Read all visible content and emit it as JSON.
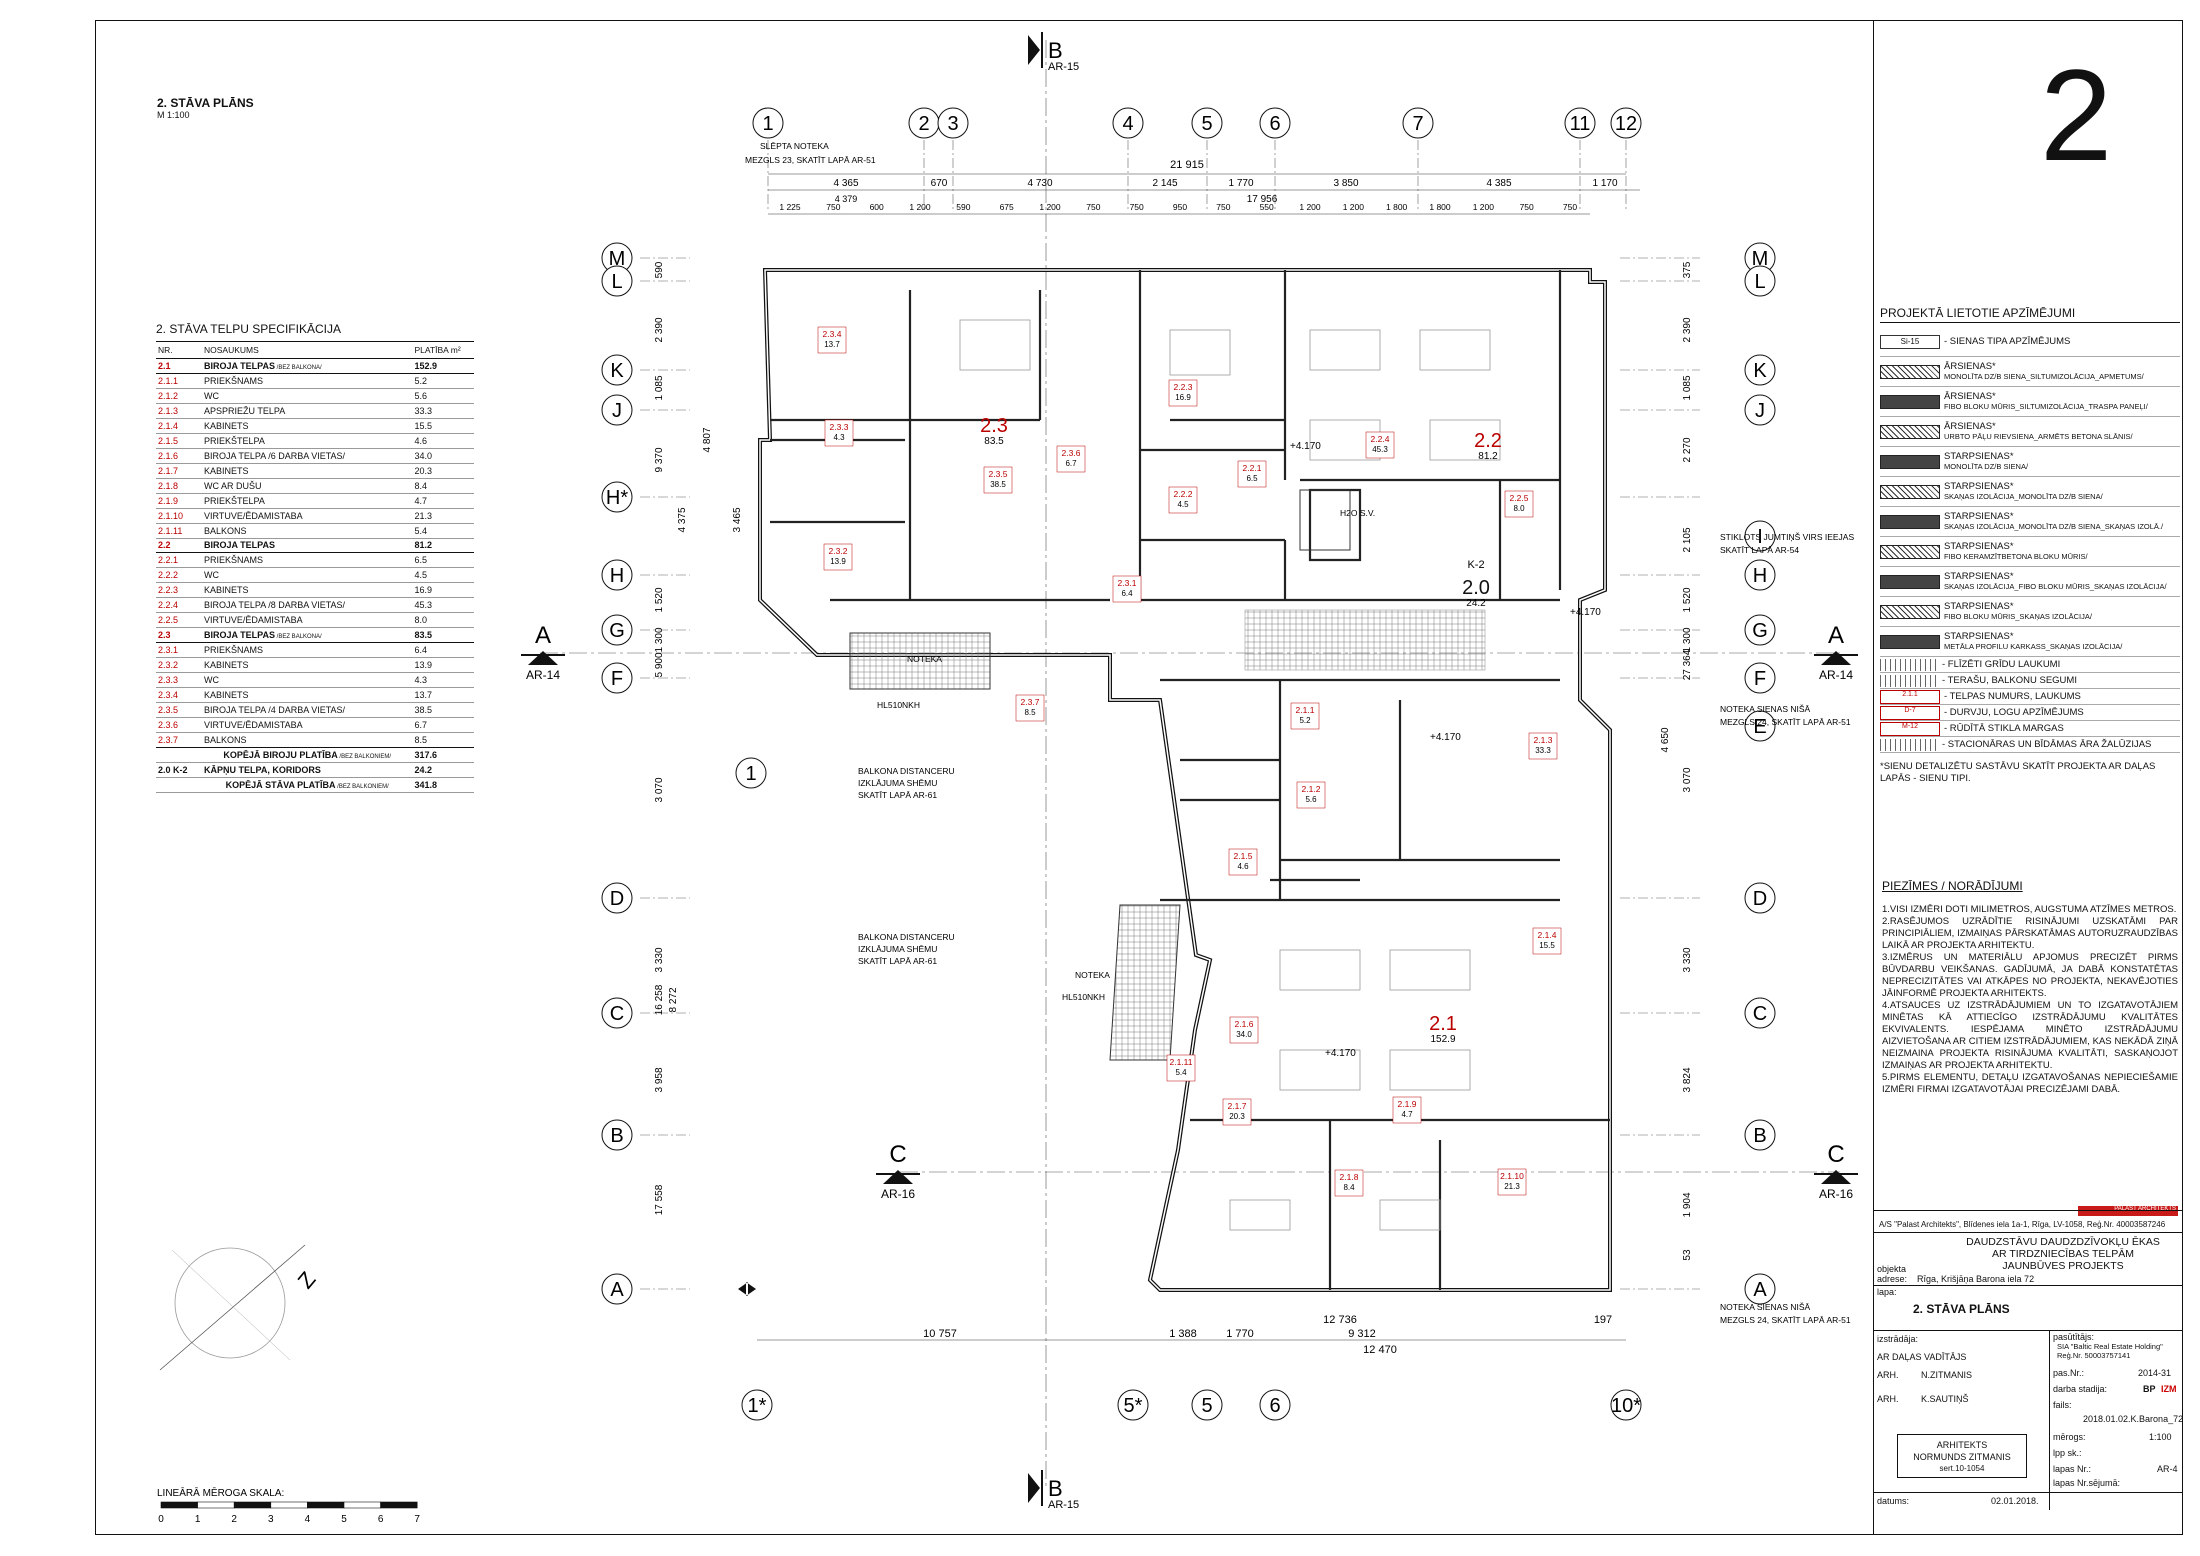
{
  "sheet_number": "2",
  "plan_title": "2. STĀVA PLĀNS",
  "plan_scale": "M 1:100",
  "spec_title": "2. STĀVA TELPU SPECIFIKĀCIJA",
  "spec_headers": [
    "NR.",
    "NOSAUKUMS",
    "PLATĪBA m²"
  ],
  "spec_groups": [
    {
      "no": "2.1",
      "name": "BIROJA TELPAS",
      "note": "/BEZ BALKONA/",
      "area": "152.9",
      "rows": [
        {
          "no": "2.1.1",
          "name": "PRIEKŠNAMS",
          "area": "5.2"
        },
        {
          "no": "2.1.2",
          "name": "WC",
          "area": "5.6"
        },
        {
          "no": "2.1.3",
          "name": "APSPRIEŽU TELPA",
          "area": "33.3"
        },
        {
          "no": "2.1.4",
          "name": "KABINETS",
          "area": "15.5"
        },
        {
          "no": "2.1.5",
          "name": "PRIEKŠTELPA",
          "area": "4.6"
        },
        {
          "no": "2.1.6",
          "name": "BIROJA TELPA /6 DARBA VIETAS/",
          "area": "34.0"
        },
        {
          "no": "2.1.7",
          "name": "KABINETS",
          "area": "20.3"
        },
        {
          "no": "2.1.8",
          "name": "WC AR DUŠU",
          "area": "8.4"
        },
        {
          "no": "2.1.9",
          "name": "PRIEKŠTELPA",
          "area": "4.7"
        },
        {
          "no": "2.1.10",
          "name": "VIRTUVE/ĒDAMISTABA",
          "area": "21.3"
        },
        {
          "no": "2.1.11",
          "name": "BALKONS",
          "area": "5.4"
        }
      ]
    },
    {
      "no": "2.2",
      "name": "BIROJA TELPAS",
      "note": "",
      "area": "81.2",
      "rows": [
        {
          "no": "2.2.1",
          "name": "PRIEKŠNAMS",
          "area": "6.5"
        },
        {
          "no": "2.2.2",
          "name": "WC",
          "area": "4.5"
        },
        {
          "no": "2.2.3",
          "name": "KABINETS",
          "area": "16.9"
        },
        {
          "no": "2.2.4",
          "name": "BIROJA TELPA /8 DARBA VIETAS/",
          "area": "45.3"
        },
        {
          "no": "2.2.5",
          "name": "VIRTUVE/ĒDAMISTABA",
          "area": "8.0"
        }
      ]
    },
    {
      "no": "2.3",
      "name": "BIROJA TELPAS",
      "note": "/BEZ BALKONA/",
      "area": "83.5",
      "rows": [
        {
          "no": "2.3.1",
          "name": "PRIEKŠNAMS",
          "area": "6.4"
        },
        {
          "no": "2.3.2",
          "name": "KABINETS",
          "area": "13.9"
        },
        {
          "no": "2.3.3",
          "name": "WC",
          "area": "4.3"
        },
        {
          "no": "2.3.4",
          "name": "KABINETS",
          "area": "13.7"
        },
        {
          "no": "2.3.5",
          "name": "BIROJA TELPA /4 DARBA VIETAS/",
          "area": "38.5"
        },
        {
          "no": "2.3.6",
          "name": "VIRTUVE/ĒDAMISTABA",
          "area": "6.7"
        },
        {
          "no": "2.3.7",
          "name": "BALKONS",
          "area": "8.5"
        }
      ]
    }
  ],
  "spec_totals": [
    {
      "no": "",
      "name": "KOPĒJĀ BIROJU PLATĪBA",
      "note": "/BEZ BALKONIEM/",
      "area": "317.6"
    },
    {
      "no": "2.0  K-2",
      "name": "KĀPŅU TELPA, KORIDORS",
      "note": "",
      "area": "24.2"
    },
    {
      "no": "",
      "name": "KOPĒJĀ STĀVA PLATĪBA",
      "note": "/BEZ BALKONIEM/",
      "area": "341.8"
    }
  ],
  "axes_top": [
    "1",
    "2",
    "3",
    "4",
    "5",
    "6",
    "7",
    "11",
    "12"
  ],
  "axes_bottom": [
    "1*",
    "5*",
    "5",
    "6",
    "10*"
  ],
  "axes_left": [
    "M",
    "L",
    "K",
    "J",
    "H*",
    "H",
    "G",
    "F",
    "D",
    "C",
    "B",
    "A"
  ],
  "axes_right": [
    "M",
    "L",
    "K",
    "J",
    "I",
    "H",
    "G",
    "F",
    "E",
    "D",
    "C",
    "B",
    "A"
  ],
  "axis_mid": "1",
  "section_marks": [
    {
      "letter": "B",
      "ref": "AR-15"
    },
    {
      "letter": "A",
      "ref": "AR-14"
    },
    {
      "letter": "C",
      "ref": "AR-16"
    }
  ],
  "dims_top": {
    "total": "21 915",
    "segments": [
      "4 365",
      "670",
      "4 730",
      "2 145",
      "1 770",
      "3 850",
      "4 385",
      "1 170"
    ],
    "inner": "17 956",
    "sub": "4 379",
    "detail": [
      "1 225",
      "750",
      "600",
      "1 200",
      "590",
      "675",
      "1 200",
      "750",
      "750",
      "950",
      "750",
      "550",
      "1 200",
      "1 200",
      "1 800",
      "1 800",
      "1 200",
      "750",
      "750"
    ]
  },
  "dims_bottom": [
    "10 757",
    "1 388",
    "1 770",
    "9 312",
    "12 736",
    "12 470",
    "197"
  ],
  "dims_left": [
    "590",
    "2 390",
    "1 085",
    "9 370",
    "4 375",
    "1 520",
    "1 300",
    "5 900",
    "3 070",
    "3 330",
    "3 958",
    "17 558",
    "16 258",
    "8 272",
    "4 807",
    "3 465"
  ],
  "dims_right": [
    "375",
    "2 390",
    "1 085",
    "2 270",
    "2 105",
    "1 520",
    "1 300",
    "27 364",
    "4 650",
    "3 070",
    "3 330",
    "3 824",
    "1 904",
    "53"
  ],
  "rooms": [
    {
      "no": "2.1",
      "area": "152.9",
      "big": true
    },
    {
      "no": "2.2",
      "area": "81.2",
      "big": true
    },
    {
      "no": "2.3",
      "area": "83.5",
      "big": true
    },
    {
      "no": "2.0",
      "area": "24.2",
      "big": true,
      "tag": "K-2"
    },
    {
      "no": "2.1.1",
      "area": "5.2"
    },
    {
      "no": "2.1.2",
      "area": "5.6"
    },
    {
      "no": "2.1.3",
      "area": "33.3"
    },
    {
      "no": "2.1.4",
      "area": "15.5"
    },
    {
      "no": "2.1.5",
      "area": "4.6"
    },
    {
      "no": "2.1.6",
      "area": "34.0"
    },
    {
      "no": "2.1.7",
      "area": "20.3"
    },
    {
      "no": "2.1.8",
      "area": "8.4"
    },
    {
      "no": "2.1.9",
      "area": "4.7"
    },
    {
      "no": "2.1.10",
      "area": "21.3"
    },
    {
      "no": "2.1.11",
      "area": "5.4"
    },
    {
      "no": "2.2.1",
      "area": "6.5"
    },
    {
      "no": "2.2.2",
      "area": "4.5"
    },
    {
      "no": "2.2.3",
      "area": "16.9"
    },
    {
      "no": "2.2.4",
      "area": "45.3"
    },
    {
      "no": "2.2.5",
      "area": "8.0"
    },
    {
      "no": "2.3.1",
      "area": "6.4"
    },
    {
      "no": "2.3.2",
      "area": "13.9"
    },
    {
      "no": "2.3.3",
      "area": "4.3"
    },
    {
      "no": "2.3.4",
      "area": "13.7"
    },
    {
      "no": "2.3.5",
      "area": "38.5"
    },
    {
      "no": "2.3.6",
      "area": "6.7"
    },
    {
      "no": "2.3.7",
      "area": "8.5"
    }
  ],
  "level": "+4.170",
  "annotations": [
    "SLĒPTA NOTEKA",
    "MEZGLS 23, SKATĪT LAPĀ AR-51",
    "STIKLOTS JUMTIŅŠ VIRS IEEJAS",
    "SKATĪT LAPĀ AR-54",
    "NOTEKA SIENAS NIŠĀ",
    "MEZGLS 24, SKATĪT LAPĀ AR-51",
    "BALKONA DISTANCERU",
    "IZKLĀJUMA SHĒMU",
    "SKATĪT LAPĀ AR-61",
    "NOTEKA",
    "HL510NKH",
    "H2O S.V."
  ],
  "north": "Z",
  "scale_bar": {
    "label": "LINEĀRĀ MĒROGA SKALA:",
    "ticks": [
      "0",
      "1",
      "2",
      "3",
      "4",
      "5",
      "6",
      "7"
    ]
  },
  "legend": {
    "title": "PROJEKTĀ LIETOTIE APZĪMĒJUMI",
    "items": [
      {
        "mark": "Si-15",
        "label": "- SIENAS TIPA APZĪMĒJUMS",
        "sub": ""
      },
      {
        "mark": "",
        "label": "ĀRSIENAS*",
        "sub": "MONOLĪTA DZ/B SIENA_SILTUMIZOLĀCIJA_APMETUMS/"
      },
      {
        "mark": "",
        "label": "ĀRSIENAS*",
        "sub": "FIBO BLOKU MŪRIS_SILTUMIZOLĀCIJA_TRASPA PANEĻI/"
      },
      {
        "mark": "",
        "label": "ĀRSIENAS*",
        "sub": "URBTO PĀĻU RIEVSIENA_ARMĒTS BETONA SLĀNIS/"
      },
      {
        "mark": "",
        "label": "STARPSIENAS*",
        "sub": "MONOLĪTA DZ/B SIENA/"
      },
      {
        "mark": "",
        "label": "STARPSIENAS*",
        "sub": "SKAŅAS IZOLĀCIJA_MONOLĪTA DZ/B SIENA/"
      },
      {
        "mark": "",
        "label": "STARPSIENAS*",
        "sub": "SKAŅAS IZOLĀCIJA_MONOLĪTA DZ/B SIENA_SKAŅAS IZOLĀ./"
      },
      {
        "mark": "",
        "label": "STARPSIENAS*",
        "sub": "FIBO KERAMZĪTBETONA BLOKU MŪRIS/"
      },
      {
        "mark": "",
        "label": "STARPSIENAS*",
        "sub": "SKAŅAS IZOLĀCIJA_FIBO BLOKU MŪRIS_SKAŅAS IZOLĀCIJA/"
      },
      {
        "mark": "",
        "label": "STARPSIENAS*",
        "sub": "FIBO BLOKU MŪRIS_SKAŅAS IZOLĀCIJA/"
      },
      {
        "mark": "",
        "label": "STARPSIENAS*",
        "sub": "METĀLA PROFILU KARKASS_SKAŅAS IZOLĀCIJA/"
      }
    ],
    "small": [
      {
        "mark": "",
        "label": "- FLĪZĒTI GRĪDU LAUKUMI"
      },
      {
        "mark": "",
        "label": "- TERAŠU, BALKONU SEGUMI"
      },
      {
        "mark": "2.1.1",
        "label": "- TELPAS NUMURS, LAUKUMS"
      },
      {
        "mark": "D-7",
        "label": "- DURVJU, LOGU APZĪMĒJUMS"
      },
      {
        "mark": "M-12",
        "label": "- RŪDĪTĀ STIKLA MARGAS"
      },
      {
        "mark": "",
        "label": "- STACIONĀRAS UN BĪDĀMAS ĀRA ŽALŪZIJAS"
      }
    ],
    "footnote": "*SIENU DETALIZĒTU SASTĀVU SKATĪT PROJEKTA AR DAĻAS LAPĀS - SIENU TIPI."
  },
  "notes": {
    "title": "PIEZĪMES / NORĀDĪJUMI",
    "items": [
      "1.VISI IZMĒRI DOTI MILIMETROS, AUGSTUMA ATZĪMES METROS.",
      "2.RASĒJUMOS UZRĀDĪTIE RISINĀJUMI UZSKATĀMI PAR PRINCIPIĀLIEM, IZMAIŅAS PĀRSKATĀMAS AUTORUZRAUDZĪBAS LAIKĀ AR PROJEKTA ARHITEKTU.",
      "3.IZMĒRUS UN MATERIĀLU APJOMUS PRECIZĒT PIRMS BŪVDARBU VEIKŠANAS. GADĪJUMĀ, JA DABĀ KONSTATĒTAS NEPRECIZITĀTES VAI ATKĀPES NO PROJEKTA, NEKAVĒJOTIES JĀINFORMĒ PROJEKTA ARHITEKTS.",
      "4.ATSAUCES UZ IZSTRĀDĀJUMIEM UN TO IZGATAVOTĀJIEM MINĒTAS KĀ ATTIECĪGO IZSTRĀDĀJUMU KVALITĀTES EKVIVALENTS. IESPĒJAMA MINĒTO IZSTRĀDĀJUMU AIZVIETOŠANA AR CITIEM IZSTRĀDĀJUMIEM, KAS NEKĀDĀ ZIŅĀ NEIZMAINA PROJEKTA RISINĀJUMA KVALITĀTI, SASKAŅOJOT IZMAIŅAS AR PROJEKTA ARHITEKTU.",
      "5.PIRMS ELEMENTU, DETAĻU IZGATAVOŠANAS NEPIECIEŠAMIE IZMĒRI FIRMAI IZGATAVOTĀJAI PRECIZĒJAMI DABĀ."
    ]
  },
  "title_block": {
    "firm_badge": "PALAST ARCHITEKTS",
    "firm": "A/S \"Palast Architekts\", Blīdenes iela 1a-1, Rīga, LV-1058, Reģ.Nr. 40003587246",
    "project_line1": "DAUDZSTĀVU DAUDZDZĪVOKĻU ĒKAS",
    "project_line2": "AR TIRDZNIECĪBAS TELPĀM",
    "project_line3": "JAUNBŪVES PROJEKTS",
    "object_label": "objekta",
    "address_label": "adrese:",
    "address": "Rīga, Krišjāņa Barona iela 72",
    "sheet_label": "lapa:",
    "sheet_title": "2. STĀVA PLĀNS",
    "made_label": "izstrādāja:",
    "client_label": "pasūtītājs:",
    "client": "SIA \"Baltic Real Estate Holding\"",
    "client_reg": "Reģ.Nr. 50003757141",
    "roles": [
      {
        "role": "AR DAĻAS VADĪTĀJS",
        "name": ""
      },
      {
        "role": "ARH.",
        "name": "N.ZITMANIS"
      },
      {
        "role": "ARH.",
        "name": "K.SAUTIŅŠ"
      }
    ],
    "pas_label": "pas.Nr.:",
    "pas": "2014-31",
    "stage_label": "darba stadija:",
    "stage1": "BP",
    "stage2": "IZM",
    "file_label": "fails:",
    "file": "2018.01.02.K.Barona_72",
    "scale_label": "mērogs:",
    "scale": "1:100",
    "lpp_label": "lpp sk.:",
    "lpp": "",
    "sheetno_label": "lapas Nr.:",
    "sheetno": "AR-4",
    "sheetlink_label": "lapas Nr.sējumā:",
    "sheetlink": "",
    "architect_title": "ARHITEKTS",
    "architect_name": "NORMUNDS ZITMANIS",
    "architect_cert": "sert.10-1054",
    "date_label": "datums:",
    "date": "02.01.2018.",
    "date_small": "02.01.2018."
  }
}
